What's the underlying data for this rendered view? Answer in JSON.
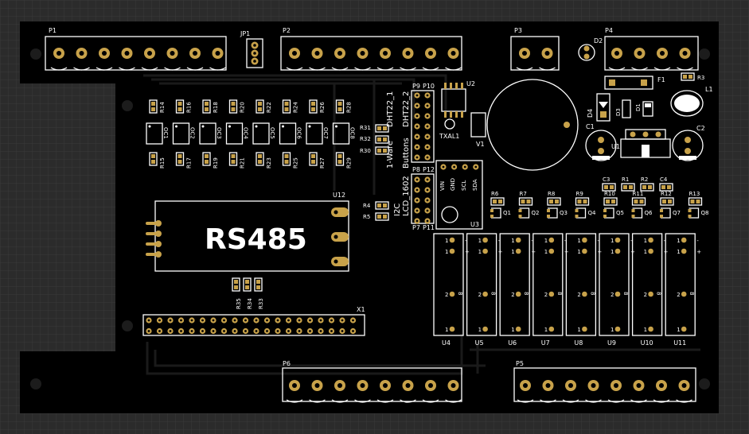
{
  "board": {
    "colors": {
      "background": "#2b2b2b",
      "grid": "#3a3a3a",
      "board": "#000000",
      "silkscreen": "#ffffff",
      "pad": "#c8a24a"
    }
  },
  "connectors": {
    "P1": "P1",
    "JP1": "JP1",
    "P2": "P2",
    "P3": "P3",
    "D2": "D2",
    "P4": "P4",
    "P6": "P6",
    "P5": "P5",
    "X1": "X1",
    "P9": "P9",
    "P10": "P10",
    "P8": "P8",
    "P12": "P12",
    "P7": "P7",
    "P11": "P11"
  },
  "components": {
    "U2": "U2",
    "U12": "U12",
    "U3": "U3",
    "U1": "U1",
    "V1": "V1",
    "TXAL1": "TXAL1",
    "F1": "F1",
    "L1": "L1",
    "R3": "R3",
    "C1": "C1",
    "C2": "C2",
    "C3": "C3",
    "C4": "C4",
    "D1": "D1",
    "D3": "D3",
    "D4": "D4",
    "R1": "R1",
    "R2": "R2",
    "R4": "R4",
    "R5": "R5",
    "R31": "R31",
    "R32": "R32",
    "R30": "R30",
    "R33": "R33",
    "R34": "R34",
    "R35": "R35"
  },
  "texts": {
    "rs485": "RS485",
    "dht22_1": "DHT22_1",
    "dht22_2": "DHT22_2",
    "oneWire": "1-Ware",
    "buttons": "Buttons",
    "lcd1602": "LCD_1602",
    "i2c": "I2C",
    "vin": "VIN",
    "gnd": "GND",
    "scl": "SCL",
    "sda": "SDA"
  },
  "opto_top_res": [
    "R14",
    "R16",
    "R18",
    "R20",
    "R22",
    "R24",
    "R26",
    "R28"
  ],
  "opto_bot_res": [
    "R15",
    "R17",
    "R19",
    "R21",
    "R23",
    "R25",
    "R27",
    "R29"
  ],
  "opto_labels": [
    "OC1",
    "OC2",
    "OC3",
    "OC4",
    "OC5",
    "OC6",
    "OC7",
    "OC8"
  ],
  "trans_res": [
    "R6",
    "R7",
    "R8",
    "R9",
    "R10",
    "R11",
    "R12",
    "R13"
  ],
  "transistors": [
    "Q1",
    "Q2",
    "Q3",
    "Q4",
    "Q5",
    "Q6",
    "Q7",
    "Q8"
  ],
  "relays": [
    "U4",
    "U5",
    "U6",
    "U7",
    "U8",
    "U9",
    "U10",
    "U11"
  ],
  "relay_pin_labels": {
    "p1": "1",
    "p2": "2",
    "p8": "8",
    "plus": "+",
    "minus": "-"
  }
}
